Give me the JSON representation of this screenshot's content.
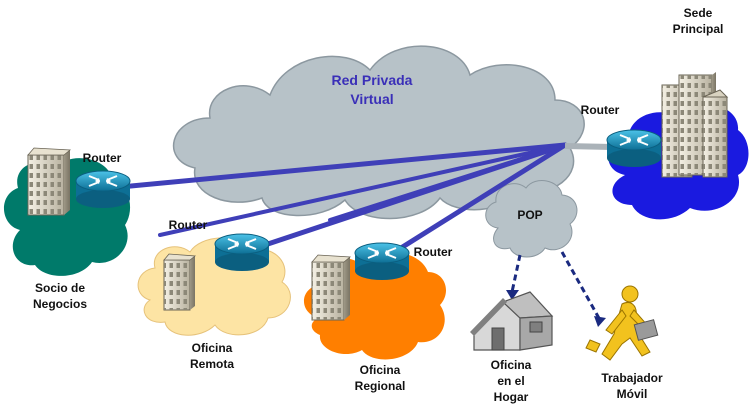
{
  "colors": {
    "vpn_cloud": "#b7c2c8",
    "vpn_text": "#3a2fb8",
    "tunnel": "#3f3fb8",
    "hq_cloud": "#1a1ae0",
    "partner_cloud": "#007a6a",
    "remote_cloud": "#fde4a4",
    "regional_cloud": "#ff7f00",
    "pop_cloud": "#b7c2c8",
    "router_body": "#1a8fb8",
    "dashed_link": "#1a2a80",
    "worker": "#f2c21e"
  },
  "vpn": {
    "title_line1": "Red Privada",
    "title_line2": "Virtual"
  },
  "hq": {
    "label_line1": "Sede",
    "label_line2": "Principal",
    "router_label": "Router"
  },
  "partner": {
    "label_line1": "Socio de",
    "label_line2": "Negocios",
    "router_label": "Router"
  },
  "remote": {
    "label_line1": "Oficina",
    "label_line2": "Remota",
    "router_label": "Router"
  },
  "regional": {
    "label_line1": "Oficina",
    "label_line2": "Regional",
    "router_label": "Router"
  },
  "pop": {
    "label": "POP"
  },
  "home": {
    "label_line1": "Oficina",
    "label_line2": "en el",
    "label_line3": "Hogar"
  },
  "mobile": {
    "label_line1": "Trabajador",
    "label_line2": "Móvil"
  },
  "icons": [
    "router-icon",
    "building-icon",
    "house-icon",
    "worker-icon",
    "cloud-icon"
  ]
}
